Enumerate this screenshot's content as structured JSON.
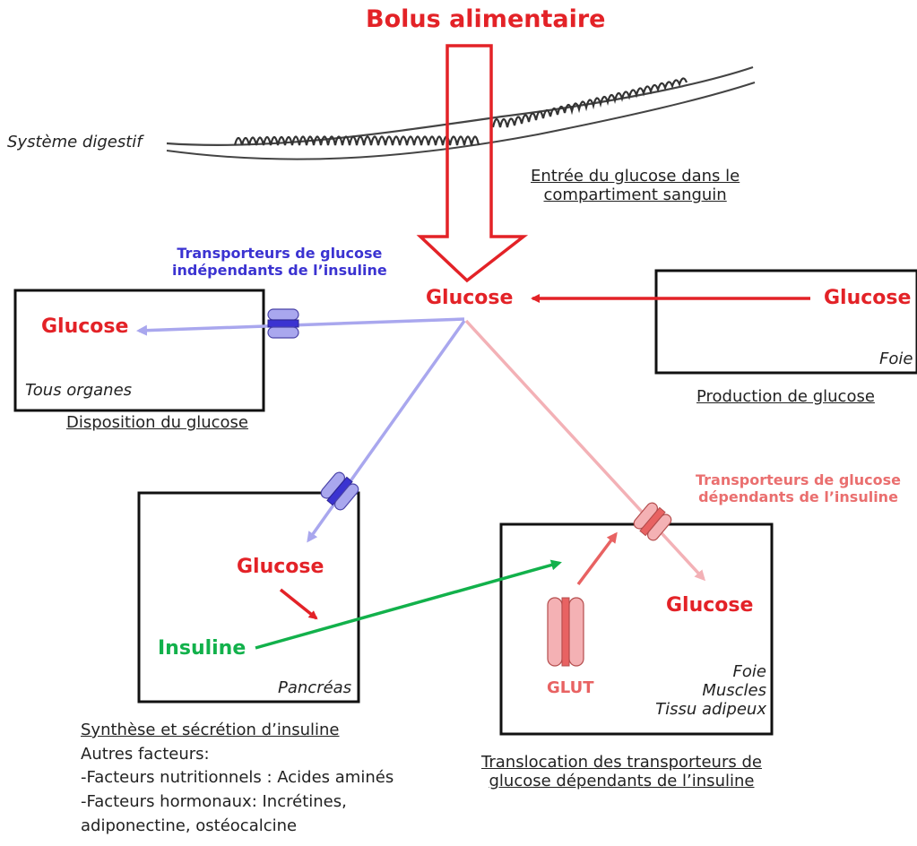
{
  "title": "Bolus alimentaire",
  "digestive_label": "Système digestif",
  "entry_caption": {
    "line1": "Entrée du glucose dans le",
    "line2": "compartiment sanguin"
  },
  "blood": {
    "glucose": "Glucose"
  },
  "insulin_independent": {
    "line1": "Transporteurs de glucose",
    "line2": "indépendants de l’insuline"
  },
  "all_organs": {
    "glucose": "Glucose",
    "label": "Tous organes",
    "caption": "Disposition du glucose"
  },
  "liver": {
    "glucose": "Glucose",
    "label": "Foie",
    "caption": "Production de glucose"
  },
  "pancreas": {
    "glucose": "Glucose",
    "insulin": "Insuline",
    "label": "Pancréas",
    "caption": "Synthèse et sécrétion d’insuline",
    "other_factors": "Autres facteurs:",
    "nutritional": "-Facteurs nutritionnels : Acides aminés",
    "hormonal_line1": "-Facteurs hormonaux: Incrétines,",
    "hormonal_line2": "adiponectine, ostéocalcine"
  },
  "insulin_dependent": {
    "line1": "Transporteurs de glucose",
    "line2": "dépendants de l’insuline"
  },
  "target_tissues": {
    "glucose": "Glucose",
    "glut": "GLUT",
    "tissue1": "Foie",
    "tissue2": "Muscles",
    "tissue3": "Tissu adipeux",
    "caption_line1": "Translocation des transporteurs de",
    "caption_line2": "glucose dépendants de l’insuline"
  },
  "colors": {
    "red": "#e32227",
    "blue": "#3b33d1",
    "blue_arrow": "#a9a7ee",
    "pink_arrow": "#f3b1b6",
    "green": "#12b14b",
    "pink_label": "#ea6f6f"
  }
}
